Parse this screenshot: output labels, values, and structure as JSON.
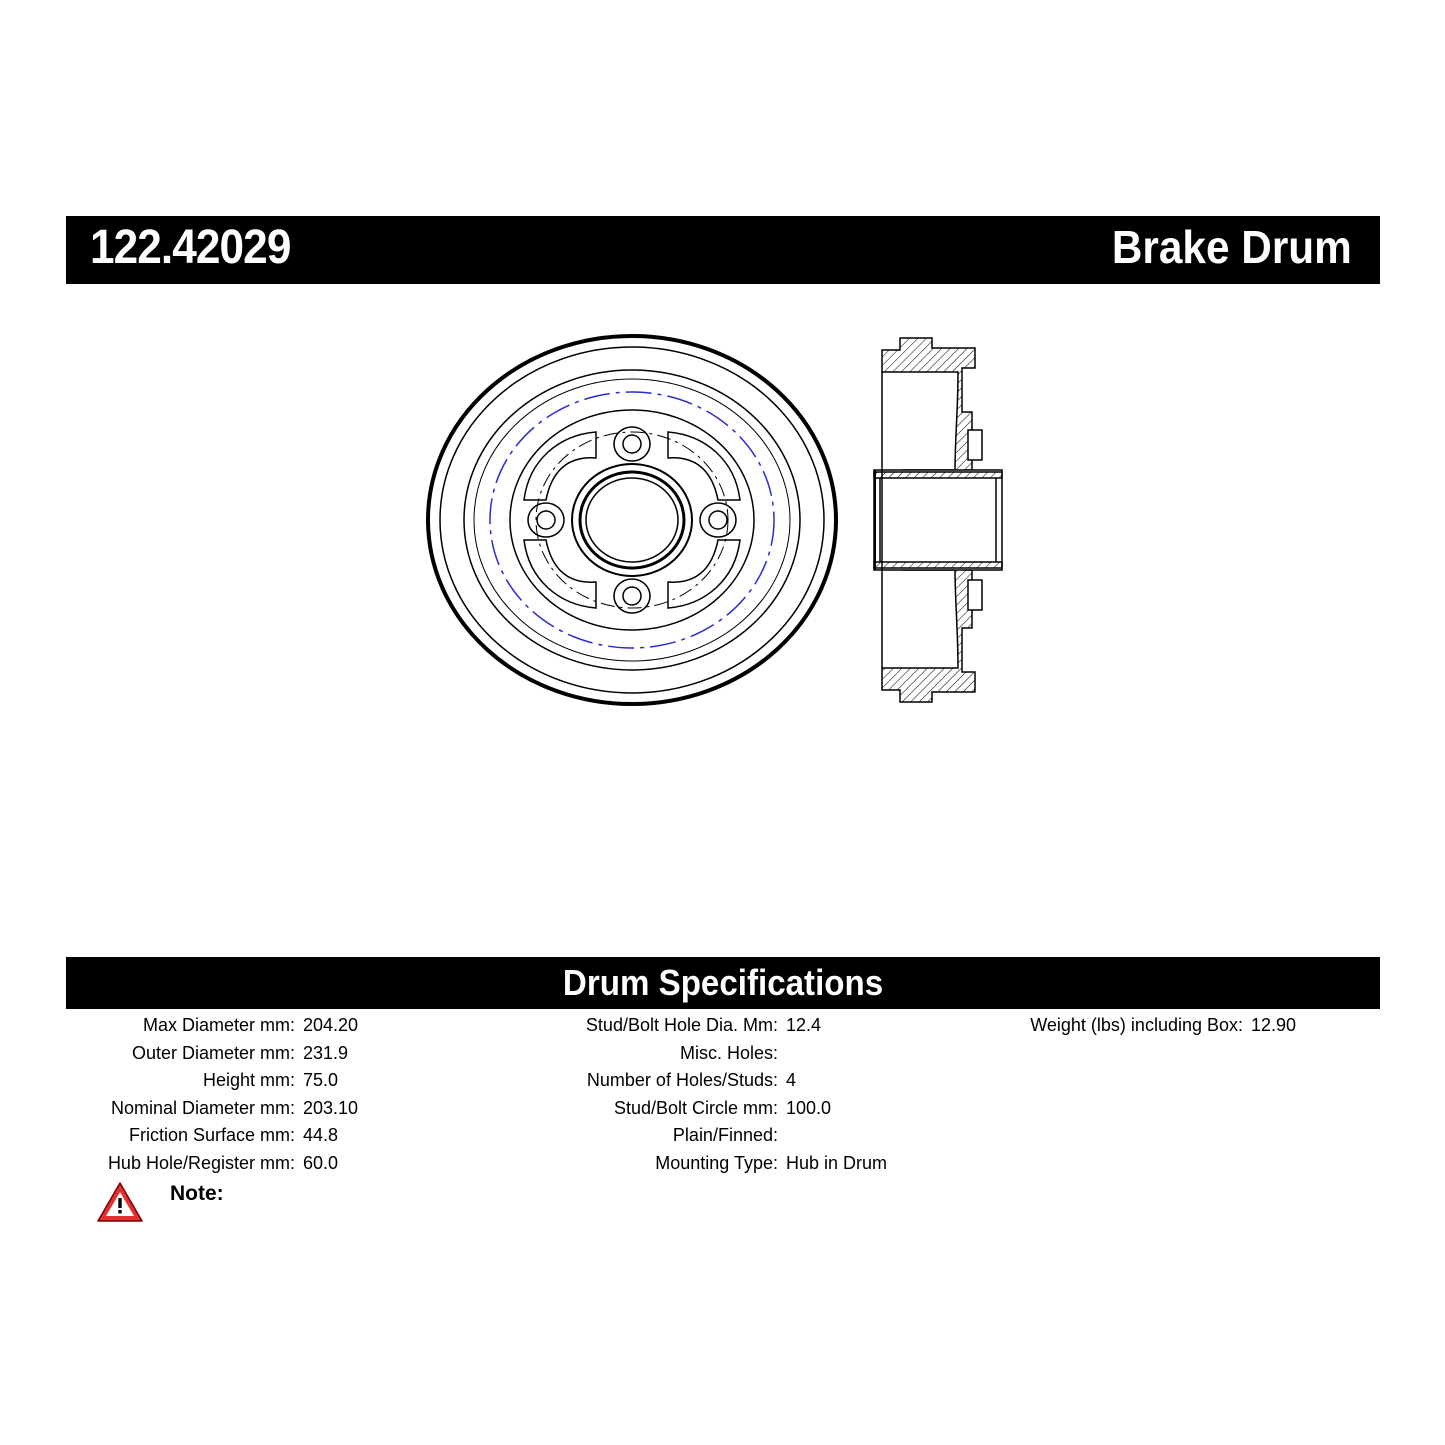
{
  "header": {
    "part_number": "122.42029",
    "part_type": "Brake Drum"
  },
  "drawing": {
    "line_color": "#000000",
    "centerline_color": "#2b2bd6",
    "icon": "brake-drum-drawing"
  },
  "specs": {
    "title": "Drum Specifications",
    "column1": [
      {
        "label": "Max Diameter mm:",
        "value": "204.20"
      },
      {
        "label": "Outer Diameter mm:",
        "value": "231.9"
      },
      {
        "label": "Height mm:",
        "value": "75.0"
      },
      {
        "label": "Nominal Diameter mm:",
        "value": "203.10"
      },
      {
        "label": "Friction Surface mm:",
        "value": "44.8"
      },
      {
        "label": "Hub Hole/Register mm:",
        "value": "60.0"
      }
    ],
    "column2": [
      {
        "label": "Stud/Bolt Hole Dia. Mm:",
        "value": "12.4"
      },
      {
        "label": "Misc. Holes:",
        "value": ""
      },
      {
        "label": "Number of Holes/Studs:",
        "value": "4"
      },
      {
        "label": "Stud/Bolt Circle mm:",
        "value": "100.0"
      },
      {
        "label": "Plain/Finned:",
        "value": ""
      },
      {
        "label": "Mounting Type:",
        "value": "Hub in Drum"
      }
    ],
    "column3": [
      {
        "label": "Weight (lbs) including Box:",
        "value": "12.90"
      }
    ]
  },
  "note": {
    "label": "Note:",
    "icon": "warning-icon",
    "icon_color": "#e03030"
  }
}
